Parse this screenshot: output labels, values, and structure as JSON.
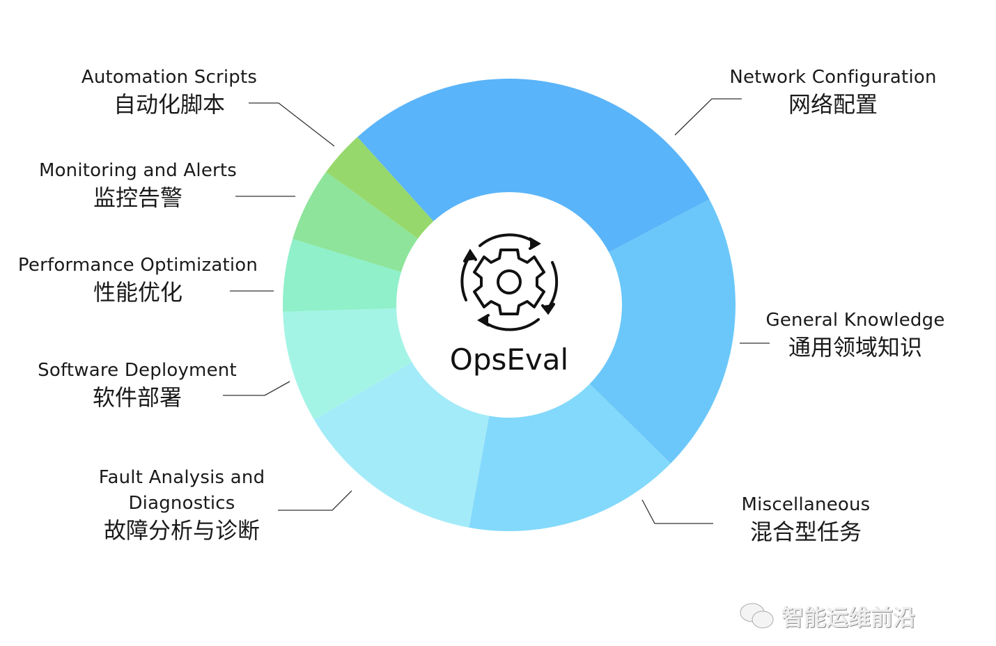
{
  "chart_data": {
    "type": "pie",
    "variant": "donut",
    "title": "OpsEval",
    "start_angle_deg": 317.9,
    "slices": [
      {
        "en": "Network Configuration",
        "zh": "网络配置",
        "value": 29.0,
        "color": "#5ab4f9"
      },
      {
        "en": "General Knowledge",
        "zh": "通用领域知识",
        "value": 20.1,
        "color": "#6bc7f9"
      },
      {
        "en": "Miscellaneous",
        "zh": "混合型任务",
        "value": 15.5,
        "color": "#83d9fb"
      },
      {
        "en": "Fault Analysis and Diagnostics",
        "zh": "故障分析与诊断",
        "value": 13.7,
        "color": "#a4ebf9"
      },
      {
        "en": "Software Deployment",
        "zh": "软件部署",
        "value": 8.0,
        "color": "#a4f4e6"
      },
      {
        "en": "Performance Optimization",
        "zh": "性能优化",
        "value": 5.2,
        "color": "#8ff0c9"
      },
      {
        "en": "Monitoring and Alerts",
        "zh": "监控告警",
        "value": 5.3,
        "color": "#8de49a"
      },
      {
        "en": "Automation Scripts",
        "zh": "自动化脚本",
        "value": 3.3,
        "color": "#96d86b"
      }
    ]
  },
  "labels": {
    "fault_en_line1": "Fault Analysis and",
    "fault_en_line2": "Diagnostics"
  },
  "watermark": "智能运维前沿"
}
